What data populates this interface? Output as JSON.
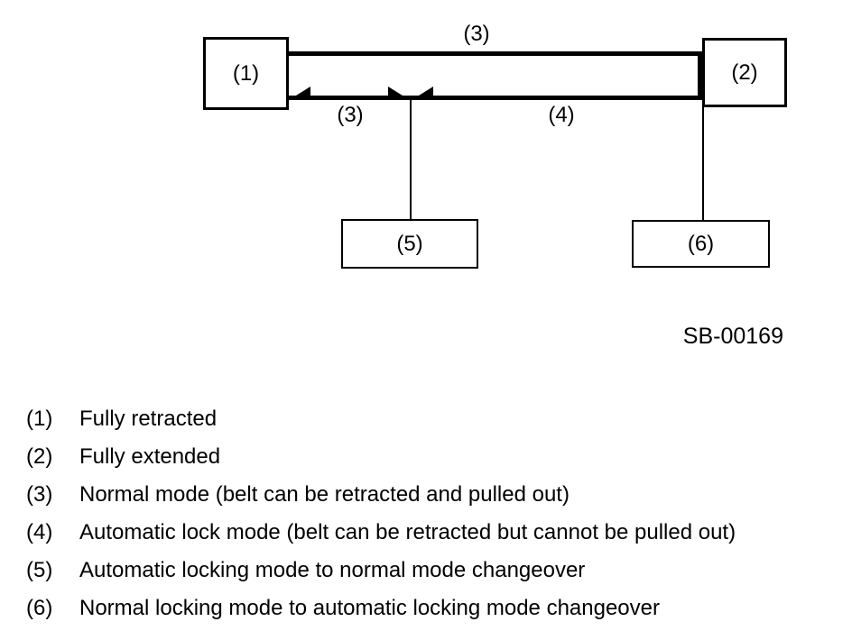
{
  "figure": {
    "code": "SB-00169",
    "boxes": {
      "box1": "(1)",
      "box2": "(2)",
      "box5": "(5)",
      "box6": "(6)"
    },
    "segment_labels": {
      "top": "(3)",
      "left": "(3)",
      "right": "(4)"
    }
  },
  "legend": {
    "items": [
      {
        "num": "(1)",
        "text": "Fully retracted"
      },
      {
        "num": "(2)",
        "text": "Fully extended"
      },
      {
        "num": "(3)",
        "text": "Normal mode (belt can be retracted and pulled out)"
      },
      {
        "num": "(4)",
        "text": "Automatic lock mode (belt can be retracted but cannot be pulled out)"
      },
      {
        "num": "(5)",
        "text": "Automatic locking mode to normal mode changeover"
      },
      {
        "num": "(6)",
        "text": "Normal locking mode to automatic locking mode changeover"
      }
    ]
  },
  "colors": {
    "ink": "#000000",
    "background": "#ffffff"
  }
}
